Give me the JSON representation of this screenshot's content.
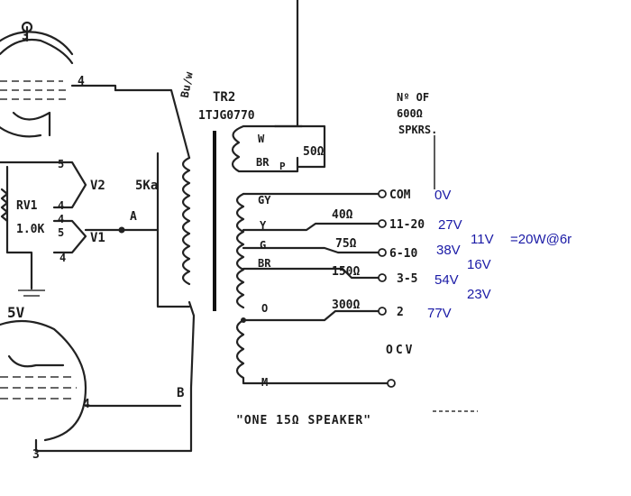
{
  "transformer": {
    "ref": "TR2",
    "part": "1TJG0770"
  },
  "primary": {
    "impedance": "5Ka",
    "node": "A",
    "top_label": "Bu/w",
    "bottom_label": "B"
  },
  "feedback_winding": {
    "w": "W",
    "br": "BR",
    "p": "P",
    "impedance": "50Ω"
  },
  "tubes": {
    "upper_pin3": "3",
    "upper_pin4": "4",
    "lower_voltage_fragment": "5V",
    "lower_pin4": "4",
    "lower_pin3": "3"
  },
  "balance": {
    "pot": "RV1",
    "pot_value": "1.0K",
    "v2": "V2",
    "v1": "V1",
    "pins": [
      "5",
      "4",
      "4",
      "5",
      "4"
    ]
  },
  "header_note": [
    "Nº OF",
    "600Ω",
    "SPKRS."
  ],
  "secondary_taps": [
    {
      "wire": "GY",
      "impedance": "",
      "label": "COM"
    },
    {
      "wire": "Y",
      "impedance": "40Ω",
      "label": "11-20"
    },
    {
      "wire": "G",
      "impedance": "75Ω",
      "label": "6-10"
    },
    {
      "wire": "BR",
      "impedance": "150Ω",
      "label": "3-5"
    },
    {
      "wire": "O",
      "impedance": "300Ω",
      "label": "2"
    }
  ],
  "extra_terminals": {
    "occv": "OCV",
    "m": "M"
  },
  "footer_note": "\"ONE 15Ω SPEAKER\"",
  "annotations": {
    "tap_voltages": [
      "0V",
      "27V",
      "38V",
      "54V",
      "77V"
    ],
    "step_voltages": [
      "11V",
      "16V",
      "23V"
    ],
    "power_note": "=20W@6r"
  },
  "colors": {
    "ink": "#222222",
    "annotation": "#1a1aa6",
    "paper": "#ffffff"
  }
}
